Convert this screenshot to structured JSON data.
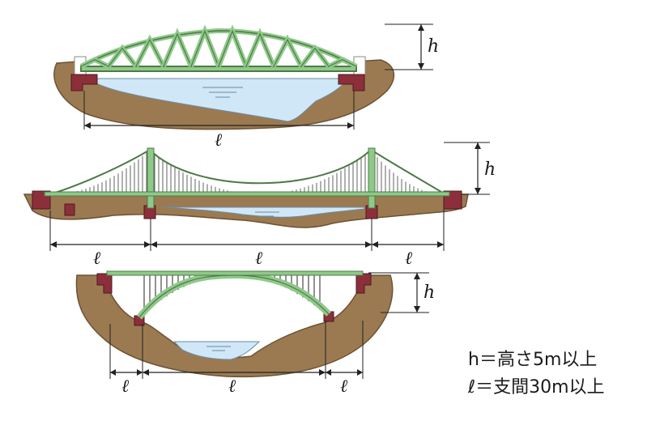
{
  "diagrams": {
    "truss": {
      "height_symbol": "h",
      "span_symbol": "ℓ"
    },
    "suspension": {
      "height_symbol": "h",
      "span_symbols": [
        "ℓ",
        "ℓ",
        "ℓ"
      ]
    },
    "arch": {
      "height_symbol": "h",
      "span_symbols": [
        "ℓ",
        "ℓ",
        "ℓ"
      ]
    }
  },
  "legend": {
    "height_line": "h＝高さ5m以上",
    "span_line": "ℓ＝支間30m以上"
  },
  "colors": {
    "ground": "#9b7a52",
    "water": "#cfe7f7",
    "bridge_green": "#8fc98a",
    "pier": "#8c2f3a"
  }
}
